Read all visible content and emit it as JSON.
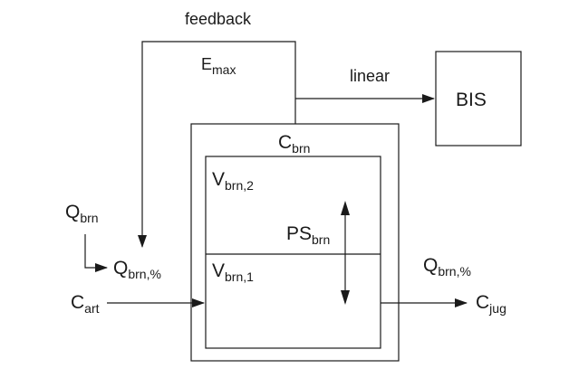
{
  "labels": {
    "feedback": "feedback",
    "e_main": "E",
    "e_sub": "max",
    "linear": "linear",
    "bis": "BIS",
    "cbrn_main": "C",
    "cbrn_sub": "brn",
    "vbrn2_main": "V",
    "vbrn2_sub": "brn,2",
    "ps_main": "PS",
    "ps_sub": "brn",
    "vbrn1_main": "V",
    "vbrn1_sub": "brn,1",
    "qbrn_main": "Q",
    "qbrn_sub": "brn",
    "qbrnpct_left_main": "Q",
    "qbrnpct_left_sub": "brn,%",
    "cart_main": "C",
    "cart_sub": "art",
    "qbrnpct_right_main": "Q",
    "qbrnpct_right_sub": "brn,%",
    "cjug_main": "C",
    "cjug_sub": "jug"
  },
  "colors": {
    "stroke": "#1a1a1a",
    "background": "#ffffff"
  }
}
